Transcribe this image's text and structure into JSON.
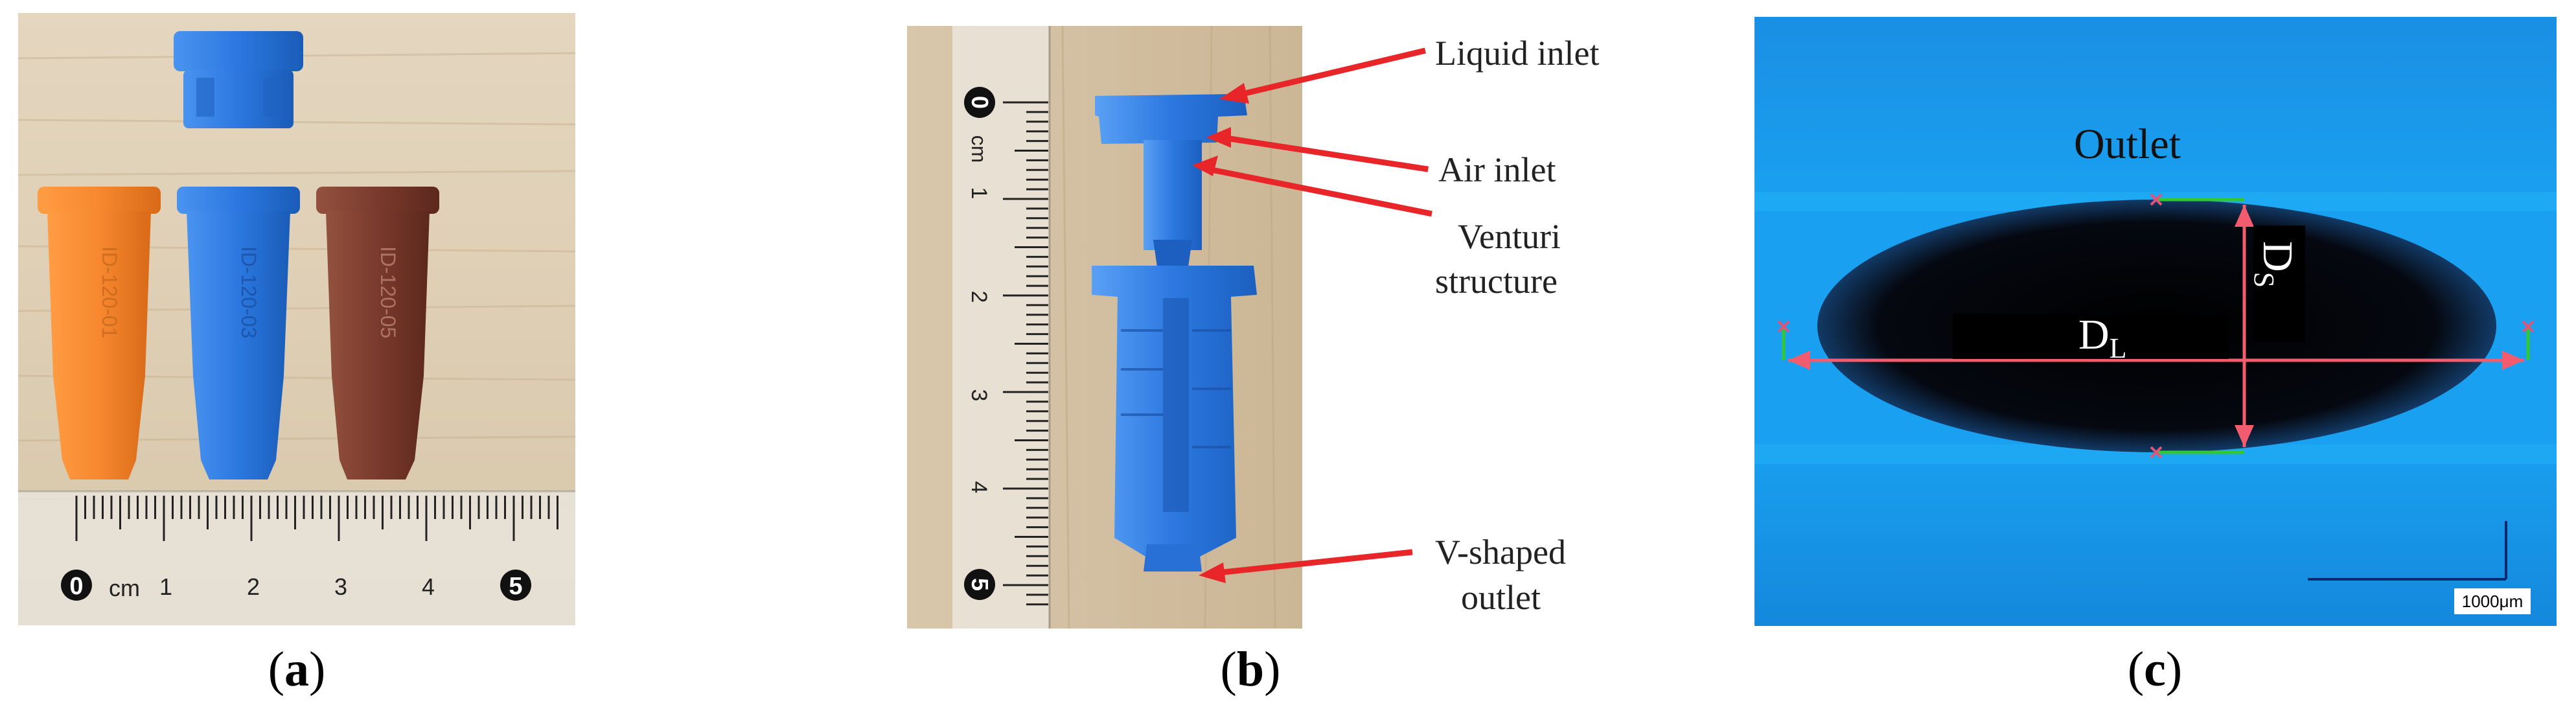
{
  "panels": [
    {
      "id": "a",
      "caption_open": "(",
      "caption_letter": "a",
      "caption_close": ")",
      "nozzle_labels": [
        "ID-120-01",
        "ID-120-03",
        "ID-120-05"
      ],
      "ruler": {
        "unit": "cm",
        "zero": "0",
        "ticks": [
          "1",
          "2",
          "3",
          "4"
        ],
        "end": "5"
      }
    },
    {
      "id": "b",
      "caption_open": "(",
      "caption_letter": "b",
      "caption_close": ")",
      "ruler": {
        "unit": "cm",
        "zero": "0",
        "ticks": [
          "1",
          "2",
          "3",
          "4"
        ],
        "end": "5"
      },
      "annotations": {
        "liquid_inlet": "Liquid inlet",
        "air_inlet": "Air inlet",
        "venturi_1": "Venturi",
        "venturi_2": "structure",
        "v_outlet_1": "V-shaped",
        "v_outlet_2": "outlet"
      }
    },
    {
      "id": "c",
      "caption_open": "(",
      "caption_letter": "c",
      "caption_close": ")",
      "outlet": "Outlet",
      "dl_main": "D",
      "dl_sub": "L",
      "ds_main": "D",
      "ds_sub": "S",
      "scale_bar": "1000μm"
    }
  ],
  "colors": {
    "orange": "#f7882f",
    "blue": "#2b78e0",
    "brown": "#7a3a2c",
    "arrow": "#e8262a",
    "micro_bg": "#1596e8"
  }
}
